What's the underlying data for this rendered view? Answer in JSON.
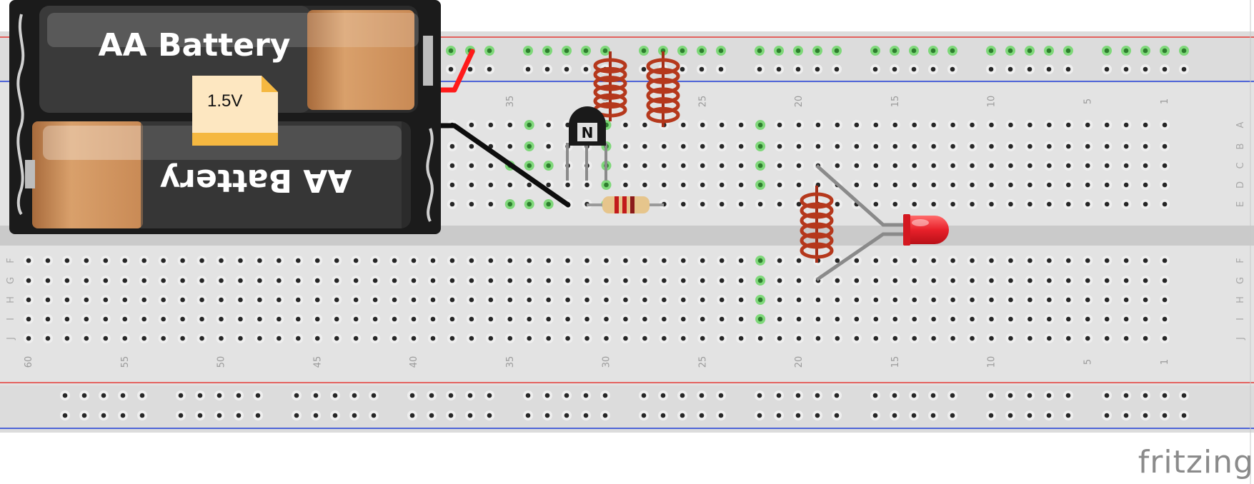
{
  "battery": {
    "label_top": "AA Battery",
    "label_bottom": "AA Battery",
    "voltage_note": "1.5V"
  },
  "breadboard": {
    "column_numbers": [
      "60",
      "55",
      "50",
      "45",
      "40",
      "35",
      "30",
      "25",
      "20",
      "15",
      "10",
      "5",
      "1"
    ],
    "top_row_letters": [
      "A",
      "B",
      "C",
      "D",
      "E"
    ],
    "bottom_row_letters": [
      "F",
      "G",
      "H",
      "I",
      "J"
    ]
  },
  "components": {
    "transistor_label": "N"
  },
  "watermark": "fritzing",
  "colors": {
    "board": "#dcdcdc",
    "rail_red": "#e53935",
    "rail_blue": "#1e3cd6",
    "wire_red": "#ff1a1a",
    "wire_black": "#0d0d0d",
    "coil": "#b5381c",
    "led": "#e8202a",
    "active_hole": "#7fd87a"
  }
}
